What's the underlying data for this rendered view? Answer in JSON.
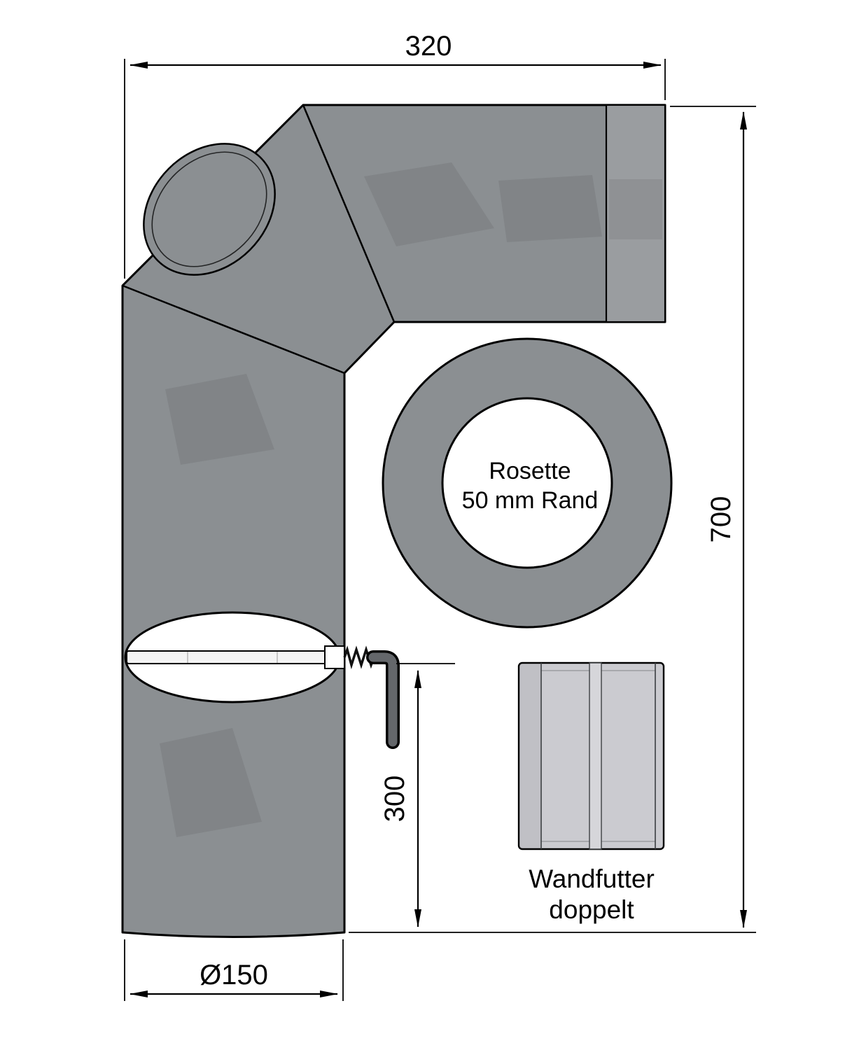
{
  "diagram": {
    "dimensions": {
      "width": "320",
      "height": "700",
      "damper_to_bottom": "300",
      "diameter": "Ø150"
    },
    "labels": {
      "rosette_line1": "Rosette",
      "rosette_line2": "50 mm Rand",
      "sleeve_line1": "Wandfutter",
      "sleeve_line2": "doppelt"
    },
    "colors": {
      "pipe": "#8b8f92",
      "pipe_end_cap": "#9a9da0",
      "sleeve": "#cbcbd0",
      "sleeve_rib": "#d6d6da",
      "damper_white": "#ffffff",
      "outline": "#000000",
      "background": "#ffffff"
    }
  }
}
